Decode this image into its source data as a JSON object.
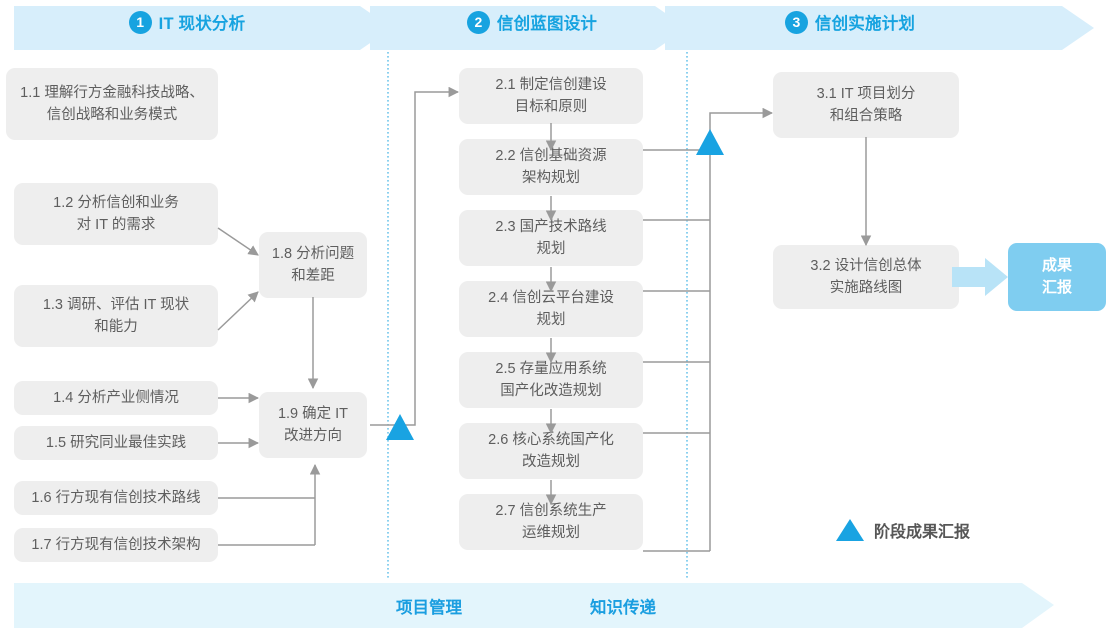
{
  "phases": [
    {
      "num": "1",
      "label": "IT 现状分析"
    },
    {
      "num": "2",
      "label": "信创蓝图设计"
    },
    {
      "num": "3",
      "label": "信创实施计划"
    }
  ],
  "nodes": {
    "n11": "1.1 理解行方金融科技战略、\n信创战略和业务模式",
    "n12": "1.2 分析信创和业务\n对 IT 的需求",
    "n13": "1.3 调研、评估 IT 现状\n和能力",
    "n14": "1.4 分析产业侧情况",
    "n15": "1.5 研究同业最佳实践",
    "n16": "1.6 行方现有信创技术路线",
    "n17": "1.7 行方现有信创技术架构",
    "n18": "1.8 分析问题\n和差距",
    "n19": "1.9 确定 IT\n改进方向",
    "n21": "2.1 制定信创建设\n目标和原则",
    "n22": "2.2 信创基础资源\n架构规划",
    "n23": "2.3 国产技术路线\n规划",
    "n24": "2.4 信创云平台建设\n规划",
    "n25": "2.5 存量应用系统\n国产化改造规划",
    "n26": "2.6 核心系统国产化\n改造规划",
    "n27": "2.7 信创系统生产\n运维规划",
    "n31": "3.1 IT 项目划分\n和组合策略",
    "n32": "3.2 设计信创总体\n实施路线图",
    "result": "成果\n汇报"
  },
  "legend": {
    "label": "阶段成果汇报"
  },
  "bottom": {
    "items": [
      {
        "label": "项目管理"
      },
      {
        "label": "知识传递"
      }
    ]
  },
  "colors": {
    "accent": "#17a3e0",
    "band": "#d7eefb",
    "bottom_band": "#e3f5fc",
    "node_bg": "#eeeeee",
    "node_text": "#5e5e5e",
    "result_bg": "#7fcdf0",
    "wire": "#9a9a9a",
    "divider": "#5bbde8"
  }
}
